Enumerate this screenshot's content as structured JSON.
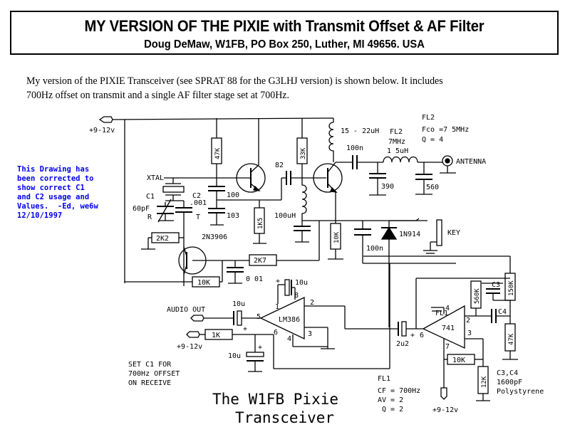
{
  "header": {
    "title": "MY VERSION OF THE PIXIE with Transmit Offset & AF Filter",
    "subtitle": "Doug DeMaw, W1FB, PO Box 250, Luther, MI 49656. USA"
  },
  "intro": {
    "line1": "My version of the PIXIE Transceiver (see SPRAT 88 for the G3LHJ version) is shown below.  It includes",
    "line2": "700Hz offset on transmit and a single AF filter stage set at 700Hz."
  },
  "correction_note": "This Drawing has\nbeen corrected to\nshow correct C1\nand C2 usage and\nValues.  -Ed, we6w\n12/10/1997",
  "schematic": {
    "title_line1": "The W1FB Pixie",
    "title_line2": "Transceiver",
    "supply_top": "+9-12v",
    "supply_audio": "+9-12v",
    "supply_opamp": "+9-12v",
    "xtal": "XTAL",
    "c1": "C1",
    "c1_value": "60pF",
    "c1_r": "R",
    "c2": "C2",
    "c2_value": ".001",
    "c2_t": "T",
    "r_47k": "47K",
    "r_33k": "33K",
    "r_1k5": "1K5",
    "r_2k2": "2K2",
    "r_2k7": "2K7",
    "r_10k_bias": "10K",
    "r_10k_emitter": "10K",
    "r_1k": "1K",
    "r_10k_fb": "10K",
    "r_560k": "560K",
    "r_150k": "150K",
    "r_47k_filter": "47K",
    "r_12k": "12K",
    "cap_82": "82",
    "cap_100": "100",
    "cap_103": "103",
    "cap_100n": "100n",
    "cap_390": "390",
    "cap_560": "560",
    "cap_100n_key": "100n",
    "cap_001": "0 01",
    "cap_10u_pin": "10u",
    "cap_10u_audio": "10u",
    "cap_10u_supply": "10u",
    "cap_2u2": "2u2",
    "c3": "C3",
    "c4": "C4",
    "transistor_osc": "2N3906",
    "inductor_rfc": "15 - 22uH",
    "inductor_100uh": "100uH",
    "inductor_fl2": "1 5uH",
    "fl2_label": "FL2",
    "fl2_freq": "7MHz",
    "fl2_note_title": "FL2",
    "fl2_note_fco": "Fco =7 5MHz",
    "fl2_note_q": "Q = 4",
    "antenna": "ANTENNA",
    "diode": "1N914",
    "key": "KEY",
    "audio_out": "AUDIO OUT",
    "lm386": "LM386",
    "lm386_pins": {
      "p1": "1",
      "p2": "2",
      "p3": "3",
      "p4": "4",
      "p5": "5",
      "p6": "6",
      "p8": "8"
    },
    "op741": "741",
    "op741_pins": {
      "p2": "2",
      "p3": "3",
      "p4": "4",
      "p6": "6",
      "p7": "7"
    },
    "fl1_label": "FL1",
    "fl1_note_title": "FL1",
    "fl1_note_cf": "CF = 700Hz",
    "fl1_note_av": "AV = 2",
    "fl1_note_q": "Q = 2",
    "c3c4_note_1": "C3,C4",
    "c3c4_note_2": "1600pF",
    "c3c4_note_3": "Polystyrene",
    "set_c1_1": "SET C1  FOR",
    "set_c1_2": "700Hz OFFSET",
    "set_c1_3": "ON  RECEIVE",
    "plus": "+"
  },
  "colors": {
    "ink": "#000000",
    "note": "#0000ee",
    "paper": "#ffffff"
  }
}
